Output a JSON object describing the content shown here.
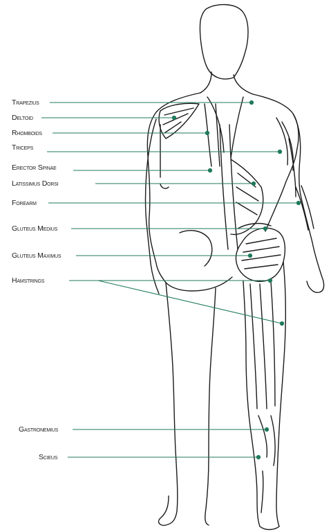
{
  "labels": {
    "trapezius": "Trapezius",
    "deltoid": "Deltoid",
    "rhomboids": "Rhomboids",
    "triceps": "Triceps",
    "erector_spinae": "Erector Spinae",
    "latissimus_dorsi": "Latissimus Dorsi",
    "forearm": "Forearm",
    "gluteus_medius": "Gluteus Medius",
    "gluteus_maximus": "Gluteus Maximus",
    "hamstrings": "Hamstrings",
    "gastronemius": "Gastronemius",
    "scieus": "Scieus"
  },
  "colors": {
    "leader_line": "#1f7a5a",
    "outline": "#1a1a1a"
  }
}
